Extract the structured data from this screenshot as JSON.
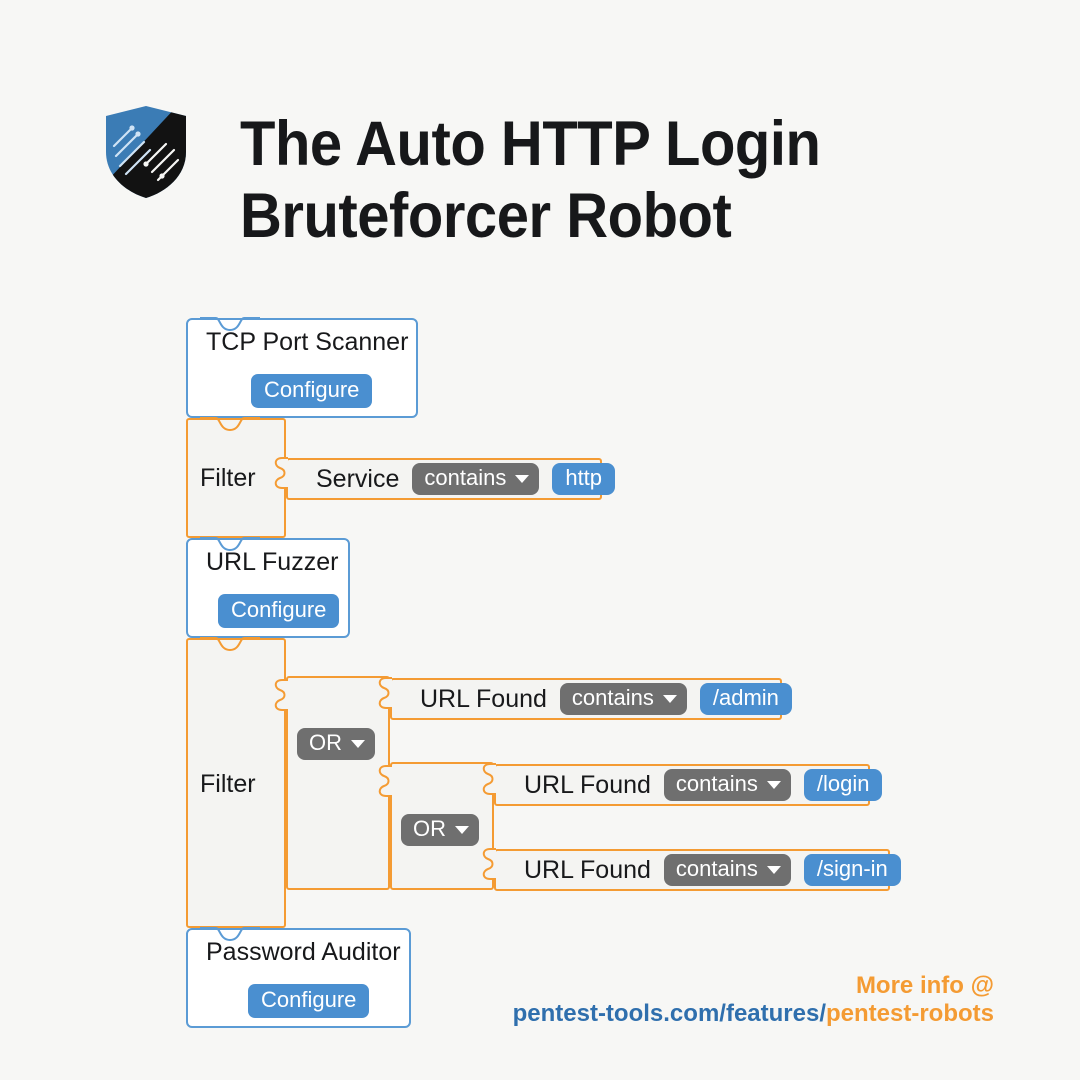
{
  "page": {
    "background_color": "#f7f7f5",
    "accent_orange": "#f49b33",
    "accent_blue": "#4a8fd0",
    "module_border_blue": "#5b9bd5",
    "pill_gray": "#6f6f6f"
  },
  "header": {
    "logo_name": "pentest-tools-shield-logo",
    "title_line1": "The Auto HTTP Login",
    "title_line2": "Bruteforcer Robot"
  },
  "workflow": {
    "steps": [
      {
        "kind": "module",
        "name": "TCP Port Scanner",
        "action_label": "Configure"
      },
      {
        "kind": "filter",
        "label": "Filter",
        "conditions": [
          {
            "field": "Service",
            "operator": "contains",
            "value": "http"
          }
        ]
      },
      {
        "kind": "module",
        "name": "URL Fuzzer",
        "action_label": "Configure"
      },
      {
        "kind": "filter",
        "label": "Filter",
        "operators": [
          "OR",
          "OR"
        ],
        "conditions": [
          {
            "field": "URL Found",
            "operator": "contains",
            "value": "/admin"
          },
          {
            "field": "URL Found",
            "operator": "contains",
            "value": "/login"
          },
          {
            "field": "URL Found",
            "operator": "contains",
            "value": "/sign-in"
          }
        ]
      },
      {
        "kind": "module",
        "name": "Password Auditor",
        "action_label": "Configure"
      }
    ]
  },
  "footer": {
    "more_info": "More info @",
    "url_base": "pentest-tools.com/features/",
    "url_highlight": "pentest-robots"
  }
}
